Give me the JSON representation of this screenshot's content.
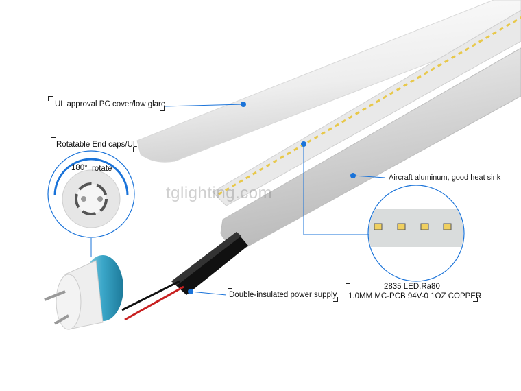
{
  "watermark": "tglighting.com",
  "callouts": {
    "cover": "UL approval PC cover/low glare",
    "endcaps": "Rotatable End caps/UL",
    "rotate_degree": "180°",
    "rotate_word": "rotate",
    "aluminum": "Aircraft aluminum,  good heat sink",
    "power": "Double-insulated power supply",
    "led_line1": "2835 LED,Ra80",
    "led_line2": "1.0MM  MC-PCB  94V-0  1OZ COPPER"
  },
  "colors": {
    "accent": "#1a73d9",
    "led": "#e8c84a",
    "cap": "#3aa6c8"
  }
}
